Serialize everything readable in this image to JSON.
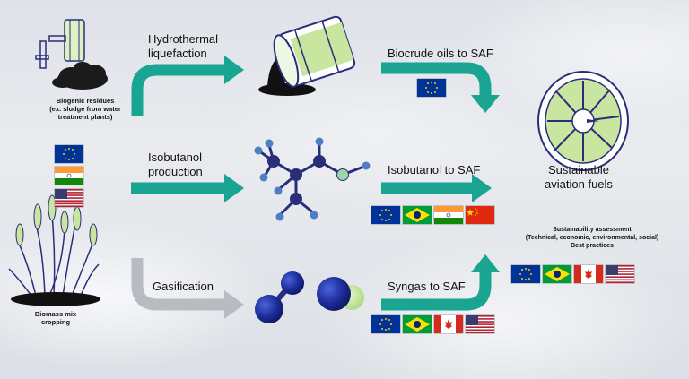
{
  "sources": {
    "biogenic": "Biogenic residues\n(ex. sludge from water\ntreatment plants)",
    "biomass": "Biomass mix\ncropping"
  },
  "processes": {
    "htl": "Hydrothermal\nliquefaction",
    "isobutanol": "Isobutanol\nproduction",
    "gasification": "Gasification"
  },
  "pathways": {
    "biocrude": "Biocrude oils to SAF",
    "isobutanol_saf": "Isobutanol to SAF",
    "syngas": "Syngas to SAF"
  },
  "outputs": {
    "saf": "Sustainable\naviation fuels",
    "assessment": "Sustainability assessment\n(Technical, economic, environmental, social)\nBest practices"
  },
  "flags": {
    "source_flags": [
      "eu",
      "india",
      "usa"
    ],
    "biocrude_flags": [
      "eu"
    ],
    "isobutanol_flags": [
      "eu",
      "brazil",
      "india",
      "china"
    ],
    "syngas_flags": [
      "eu",
      "brazil",
      "canada",
      "usa"
    ],
    "assessment_flags": [
      "eu",
      "brazil",
      "canada",
      "usa"
    ]
  },
  "colors": {
    "teal": "#1aa593",
    "grey_arrow": "#b8bcc2",
    "navy": "#2a2e7a",
    "green_fill": "#c8e6a0",
    "sphere_blue": "#2233a0"
  }
}
